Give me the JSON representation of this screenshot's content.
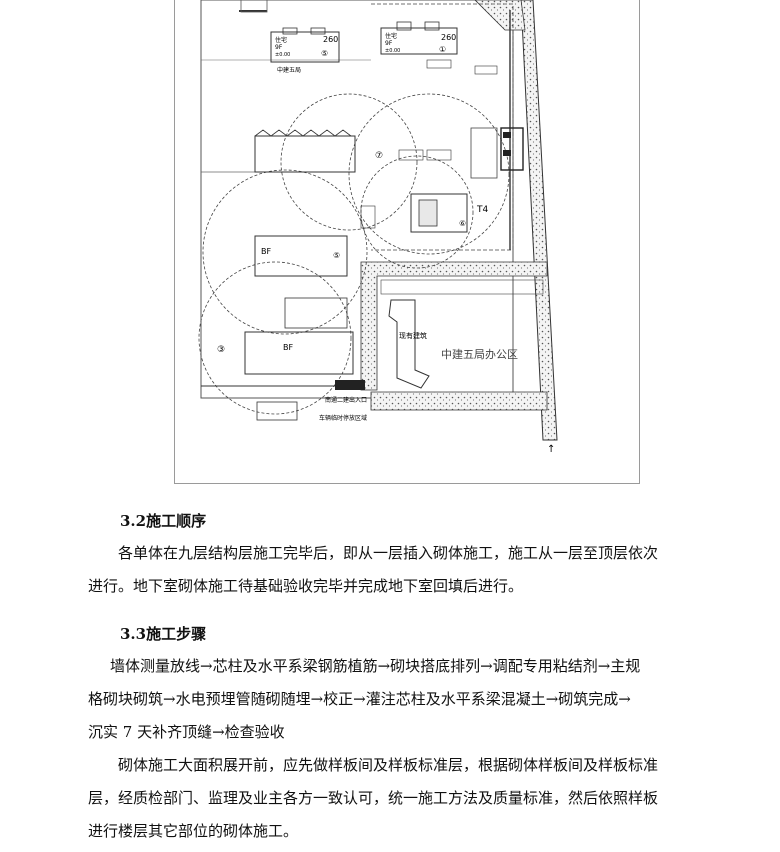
{
  "figure": {
    "building_labels": [
      {
        "name": "住宅",
        "sub": "9F",
        "elev": "±0.00",
        "num": "260",
        "circle": "⑤"
      },
      {
        "name": "住宅",
        "sub": "9F",
        "elev": "±0.00",
        "num": "260",
        "circle": "①"
      }
    ],
    "company_label": "中建五局",
    "office_label": "中建五局办公区",
    "existing_building": "现有建筑",
    "tower_crane": "T4",
    "circle_marks": [
      "⑦",
      "⑥",
      "⑤",
      "③"
    ],
    "bf_label": "BF",
    "entrance_label": "南通二建出入口",
    "parking_label": "车辆临时停放区域",
    "north_arrow": "↑"
  },
  "sections": [
    {
      "heading": "3.2施工顺序",
      "lines": [
        "各单体在九层结构层施工完毕后，即从一层插入砌体施工，施工从一层至顶层依次",
        "进行。地下室砌体施工待基础验收完毕并完成地下室回填后进行。"
      ]
    },
    {
      "heading": "3.3施工步骤",
      "lines": [
        "墙体测量放线→芯柱及水平系梁钢筋植筋→砌块搭底排列→调配专用粘结剂→主规",
        "格砌块砌筑→水电预埋管随砌随埋→校正→灌注芯柱及水平系梁混凝土→砌筑完成→",
        "沉实 7 天补齐顶缝→检查验收"
      ]
    },
    {
      "lines": [
        "砌体施工大面积展开前，应先做样板间及样板标准层，根据砌体样板间及样板标准",
        "层，经质检部门、监理及业主各方一致认可，统一施工方法及质量标准，然后依照样板",
        "进行楼层其它部位的砌体施工。"
      ]
    }
  ]
}
